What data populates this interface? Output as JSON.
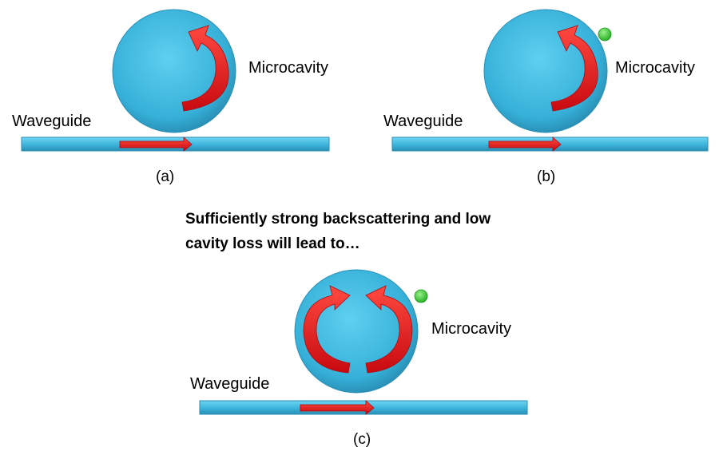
{
  "colors": {
    "cavity": "#3cb4dc",
    "waveguide": "#3cb4dc",
    "arrow": "#e8141e",
    "scatterer": "#3cc83c"
  },
  "panels": [
    {
      "microcavity_label": "Microcavity",
      "waveguide_label": "Waveguide",
      "caption": "(a)",
      "has_scatterer": false,
      "circulation": "counter-clockwise"
    },
    {
      "microcavity_label": "Microcavity",
      "waveguide_label": "Waveguide",
      "caption": "(b)",
      "has_scatterer": true,
      "circulation": "counter-clockwise"
    },
    {
      "microcavity_label": "Microcavity",
      "waveguide_label": "Waveguide",
      "caption": "(c)",
      "has_scatterer": true,
      "circulation": "both"
    }
  ],
  "statement": {
    "line1": "Sufficiently strong backscattering and low",
    "line2": "cavity loss will lead to…"
  }
}
